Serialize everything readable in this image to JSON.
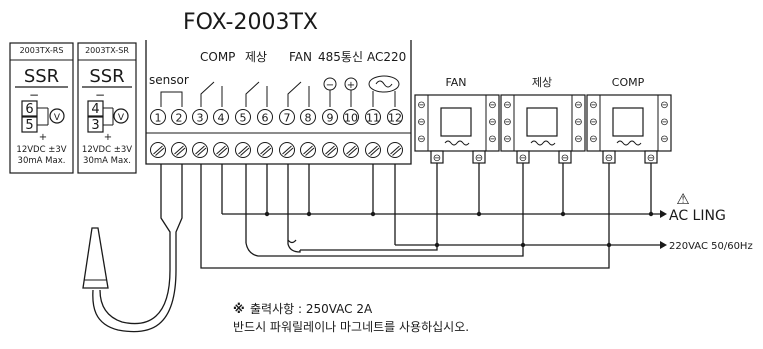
{
  "title": "FOX-2003TX",
  "ssr_modules": [
    {
      "model": "2003TX-RS",
      "ssr": "SSR",
      "minus_terminal": "6",
      "plus_terminal": "5",
      "minus_sign": "−",
      "plus_sign": "+",
      "symbol": "V",
      "rating_1": "12VDC ±3V",
      "rating_2": "30mA Max."
    },
    {
      "model": "2003TX-SR",
      "ssr": "SSR",
      "minus_terminal": "4",
      "plus_terminal": "3",
      "minus_sign": "−",
      "plus_sign": "+",
      "symbol": "V",
      "rating_1": "12VDC ±3V",
      "rating_2": "30mA Max."
    }
  ],
  "controller": {
    "group_labels": [
      "sensor",
      "COMP",
      "제상",
      "FAN",
      "485통신",
      "AC220"
    ],
    "terminals": [
      "1",
      "2",
      "3",
      "4",
      "5",
      "6",
      "7",
      "8",
      "9",
      "10",
      "11",
      "12"
    ],
    "rs485_minus": "−",
    "rs485_plus": "+"
  },
  "relays": {
    "labels": [
      "FAN",
      "제상",
      "COMP"
    ],
    "screw_symbol": "⊖"
  },
  "power": {
    "warning": "⚠",
    "line_1": "AC LING",
    "line_2": "220VAC 50/60Hz"
  },
  "note": {
    "mark": "※",
    "line_1": "출력사항 : 250VAC 2A",
    "line_2": "반드시 파워릴레이나 마그네트를 사용하십시오."
  }
}
